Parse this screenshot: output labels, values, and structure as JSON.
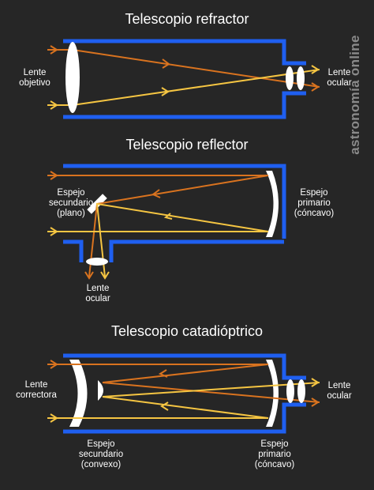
{
  "watermark": "astronomía online",
  "colors": {
    "background": "#262626",
    "tube": "#1f5ff0",
    "lens": "#ffffff",
    "ray_orange": "#d9731f",
    "ray_yellow": "#f5c542"
  },
  "refractor": {
    "title": "Telescopio refractor",
    "objective_label": [
      "Lente",
      "objetivo"
    ],
    "eyepiece_label": [
      "Lente",
      "ocular"
    ]
  },
  "reflector": {
    "title": "Telescopio reflector",
    "secondary_label": [
      "Espejo",
      "secundario",
      "(plano)"
    ],
    "primary_label": [
      "Espejo",
      "primario",
      "(cóncavo)"
    ],
    "eyepiece_label": [
      "Lente",
      "ocular"
    ]
  },
  "catadioptric": {
    "title": "Telescopio catadióptrico",
    "corrector_label": [
      "Lente",
      "correctora"
    ],
    "eyepiece_label": [
      "Lente",
      "ocular"
    ],
    "secondary_label": [
      "Espejo",
      "secundario",
      "(convexo)"
    ],
    "primary_label": [
      "Espejo",
      "primario",
      "(cóncavo)"
    ]
  }
}
